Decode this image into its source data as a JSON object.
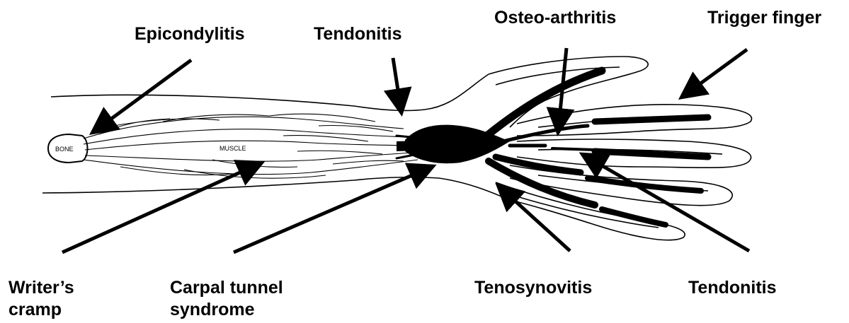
{
  "labels": {
    "epicondylitis": "Epicondylitis",
    "tendonitis_top": "Tendonitis",
    "osteo_arthritis": "Osteo-arthritis",
    "trigger_finger": "Trigger finger",
    "writers_cramp_1": "Writer’s",
    "writers_cramp_2": "cramp",
    "carpal_1": "Carpal tunnel",
    "carpal_2": "syndrome",
    "tenosynovitis": "Tenosynovitis",
    "tendonitis_bottom": "Tendonitis"
  },
  "anatomy": {
    "bone": "BONE",
    "muscle": "MUSCLE"
  }
}
